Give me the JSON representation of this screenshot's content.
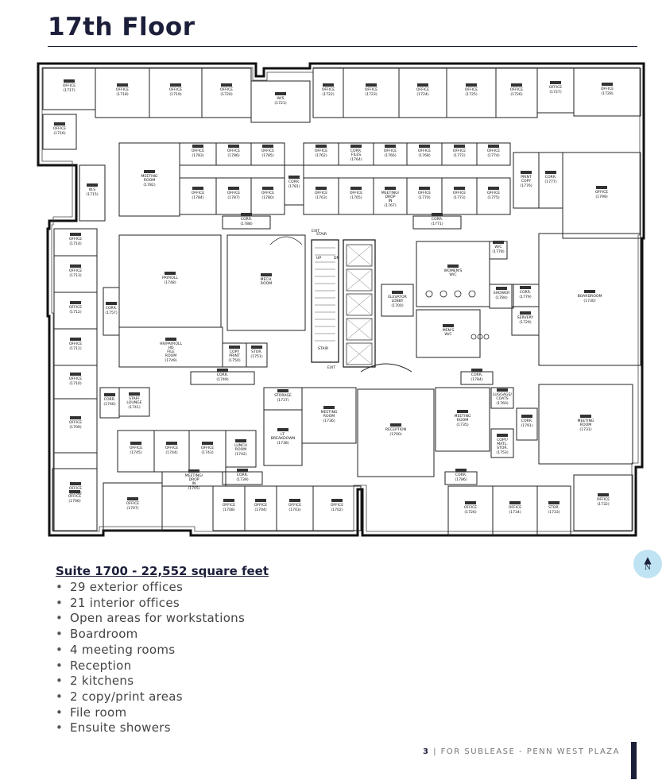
{
  "page": {
    "title": "17th Floor",
    "suite_heading": "Suite 1700 - 22,552 square feet",
    "features": [
      "29 exterior offices",
      "21 interior offices",
      "Open areas for workstations",
      "Boardroom",
      "4 meeting rooms",
      "Reception",
      "2 kitchens",
      "2 copy/print areas",
      "File room",
      "Ensuite showers"
    ],
    "footer_page": "3",
    "footer_text": "FOR SUBLEASE - PENN WEST PLAZA",
    "compass_label": "N",
    "accent_color": "#1c1f3a",
    "compass_color": "#bfe3f2"
  },
  "floorplan": {
    "rooms": [
      {
        "name": "OFFICE",
        "num": "1717"
      },
      {
        "name": "OFFICE",
        "num": "1718"
      },
      {
        "name": "OFFICE",
        "num": "1719"
      },
      {
        "name": "OFFICE",
        "num": "1720"
      },
      {
        "name": "W/S",
        "num": "1721"
      },
      {
        "name": "OFFICE",
        "num": "1722"
      },
      {
        "name": "OFFICE",
        "num": "1723"
      },
      {
        "name": "OFFICE",
        "num": "1724"
      },
      {
        "name": "OFFICE",
        "num": "1725"
      },
      {
        "name": "OFFICE",
        "num": "1726"
      },
      {
        "name": "OFFICE",
        "num": "1727"
      },
      {
        "name": "OFFICE",
        "num": "1728"
      },
      {
        "name": "OFFICE",
        "num": "1716"
      },
      {
        "name": "OFFICE",
        "num": "1783"
      },
      {
        "name": "OFFICE",
        "num": "1786"
      },
      {
        "name": "OFFICE",
        "num": "1785"
      },
      {
        "name": "OFFICE",
        "num": "1762"
      },
      {
        "name": "CORR. FILES",
        "num": "1764"
      },
      {
        "name": "OFFICE",
        "num": "1766"
      },
      {
        "name": "OFFICE",
        "num": "1768"
      },
      {
        "name": "OFFICE",
        "num": "1772"
      },
      {
        "name": "OFFICE",
        "num": "1774"
      },
      {
        "name": "MEETING ROOM",
        "num": "1782"
      },
      {
        "name": "W.S",
        "num": "1715"
      },
      {
        "name": "OFFICE",
        "num": "1784"
      },
      {
        "name": "OFFICE",
        "num": "1787"
      },
      {
        "name": "OFFICE",
        "num": "1780"
      },
      {
        "name": "CORR.",
        "num": "1781"
      },
      {
        "name": "OFFICE",
        "num": "1763"
      },
      {
        "name": "OFFICE",
        "num": "1765"
      },
      {
        "name": "MEETING/ DROP IN",
        "num": "1767"
      },
      {
        "name": "OFFICE",
        "num": "1770"
      },
      {
        "name": "OFFICE",
        "num": "1773"
      },
      {
        "name": "OFFICE",
        "num": "1775"
      },
      {
        "name": "PRINT COPY",
        "num": "1776"
      },
      {
        "name": "CORR.",
        "num": "1777"
      },
      {
        "name": "OFFICE",
        "num": "1799"
      },
      {
        "name": "CORR.",
        "num": "1788"
      },
      {
        "name": "CORR.",
        "num": "1771"
      },
      {
        "name": "OFFICE",
        "num": "1714"
      },
      {
        "name": "OFFICE",
        "num": "1713"
      },
      {
        "name": "OFFICE",
        "num": "1712"
      },
      {
        "name": "OFFICE",
        "num": "1711"
      },
      {
        "name": "OFFICE",
        "num": "1710"
      },
      {
        "name": "OFFICE",
        "num": "1709"
      },
      {
        "name": "OFFICE",
        "num": "1708"
      },
      {
        "name": "PAYROLL",
        "num": "1748"
      },
      {
        "name": "MECH. ROOM",
        "num": ""
      },
      {
        "name": "CORR.",
        "num": "1757"
      },
      {
        "name": "HR/PAYROLL HD FILE ROOM",
        "num": "1749"
      },
      {
        "name": "COPY PRINT",
        "num": "1750"
      },
      {
        "name": "STOR.",
        "num": "1751"
      },
      {
        "name": "ELEVATOR LOBBY",
        "num": "1700"
      },
      {
        "name": "WOMEN'S W/C",
        "num": ""
      },
      {
        "name": "MEN'S W/C",
        "num": ""
      },
      {
        "name": "W/C",
        "num": "1778"
      },
      {
        "name": "SHOWER",
        "num": "1784"
      },
      {
        "name": "SERVERY",
        "num": "1729"
      },
      {
        "name": "CORR.",
        "num": "1779"
      },
      {
        "name": "BOARDROOM",
        "num": "1730"
      },
      {
        "name": "CORR.",
        "num": "1749"
      },
      {
        "name": "CORR.",
        "num": "1784"
      },
      {
        "name": "STAFF LOUNGE",
        "num": "1741"
      },
      {
        "name": "CORR.",
        "num": "1746"
      },
      {
        "name": "STORAGE",
        "num": "1737"
      },
      {
        "name": "LT. BREAKDOWN",
        "num": "1738"
      },
      {
        "name": "MEETING ROOM",
        "num": "1736"
      },
      {
        "name": "RECEPTION",
        "num": "1700"
      },
      {
        "name": "MEETING ROOM",
        "num": "1735"
      },
      {
        "name": "LUGGAGE/ COATS",
        "num": "1760"
      },
      {
        "name": "COPY/ MATL. STOR.",
        "num": "1753"
      },
      {
        "name": "CORR.",
        "num": "1791"
      },
      {
        "name": "MEETING ROOM",
        "num": "1731"
      },
      {
        "name": "OFFICE",
        "num": "1745"
      },
      {
        "name": "OFFICE",
        "num": "1744"
      },
      {
        "name": "OFFICE",
        "num": "1743"
      },
      {
        "name": "LUNCH ROOM",
        "num": "1742"
      },
      {
        "name": "MEETING/ DROP IN",
        "num": "1705"
      },
      {
        "name": "CORR.",
        "num": "1739"
      },
      {
        "name": "CORR.",
        "num": "1786"
      },
      {
        "name": "OFFICE",
        "num": "1706"
      },
      {
        "name": "OFFICE",
        "num": "1707"
      },
      {
        "name": "OFFICE",
        "num": "1708"
      },
      {
        "name": "OFFICE",
        "num": "1704"
      },
      {
        "name": "OFFICE",
        "num": "1703"
      },
      {
        "name": "OFFICE",
        "num": "1702"
      },
      {
        "name": "OFFICE",
        "num": "1726"
      },
      {
        "name": "OFFICE",
        "num": "1734"
      },
      {
        "name": "STOR.",
        "num": "1733"
      },
      {
        "name": "OFFICE",
        "num": "1732"
      }
    ],
    "annotations": [
      "STAIR",
      "EXIT",
      "STAIR",
      "EXIT",
      "UP",
      "DN"
    ]
  }
}
